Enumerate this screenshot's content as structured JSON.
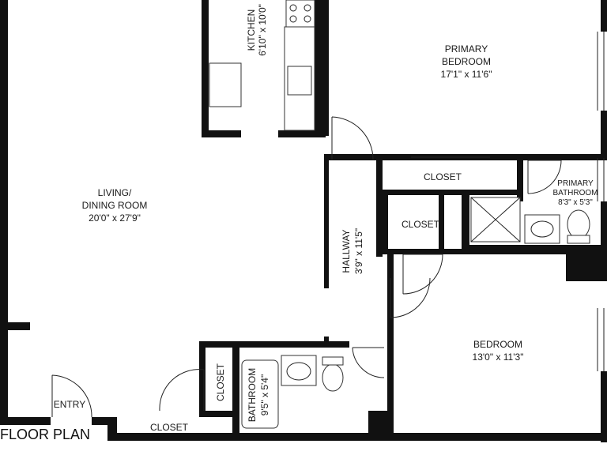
{
  "rooms": {
    "kitchen": {
      "name": "KITCHEN",
      "dims": "6'10\" x 10'0\""
    },
    "primary_bedroom": {
      "name_line1": "PRIMARY",
      "name_line2": "BEDROOM",
      "dims": "17'1\" x 11'6\""
    },
    "living": {
      "name_line1": "LIVING/",
      "name_line2": "DINING ROOM",
      "dims": "20'0\" x 27'9\""
    },
    "closet_top": {
      "name": "CLOSET"
    },
    "closet_mid": {
      "name": "CLOSET"
    },
    "primary_bath": {
      "name_line1": "PRIMARY",
      "name_line2": "BATHROOM",
      "dims": "8'3\" x 5'3\""
    },
    "hallway": {
      "name": "HALLWAY",
      "dims": "3'9\" x 11'5\""
    },
    "bedroom": {
      "name": "BEDROOM",
      "dims": "13'0\" x 11'3\""
    },
    "bathroom": {
      "name": "BATHROOM",
      "dims": "9'5\" x 5'4\""
    },
    "closet_small": {
      "name": "CLOSET"
    },
    "closet_bottom": {
      "name": "CLOSET"
    },
    "entry": {
      "name": "ENTRY"
    }
  },
  "footer": {
    "title": "FLOOR PLAN"
  }
}
